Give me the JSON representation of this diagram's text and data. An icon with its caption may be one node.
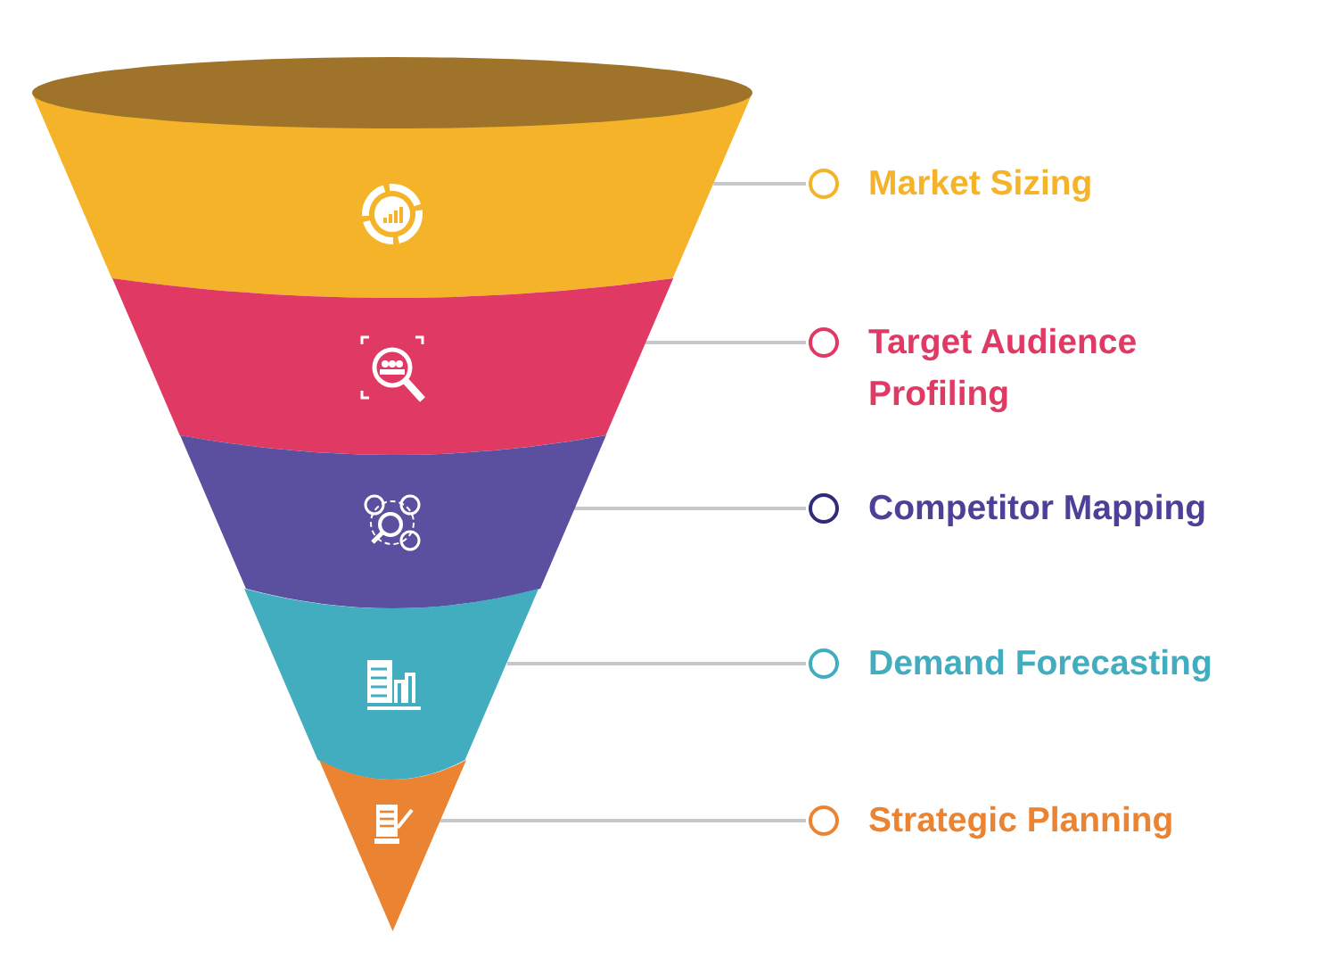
{
  "diagram": {
    "nodes": [
      {
        "text": [],
        "shape": "band"
      },
      {
        "text": [],
        "shape": "band"
      },
      {
        "text": [],
        "shape": "band"
      },
      {
        "text": [],
        "shape": "band"
      },
      {
        "text": [],
        "shape": "band"
      },
      {
        "text": [
          "Market Sizing"
        ]
      },
      {
        "text": [
          "Target Audience Profiling"
        ]
      },
      {
        "text": [
          "Competitor Mapping"
        ]
      },
      {
        "text": [
          "Demand Forecasting"
        ]
      },
      {
        "text": [
          "Strategic Planning"
        ]
      }
    ],
    "edges": [
      {
        "from": 5,
        "to": 0,
        "arrow": "none"
      },
      {
        "from": 6,
        "to": 1,
        "arrow": "none"
      },
      {
        "from": 7,
        "to": 2,
        "arrow": "none"
      },
      {
        "from": 8,
        "to": 3,
        "arrow": "none"
      },
      {
        "from": 9,
        "to": 4,
        "arrow": "none"
      }
    ]
  }
}
